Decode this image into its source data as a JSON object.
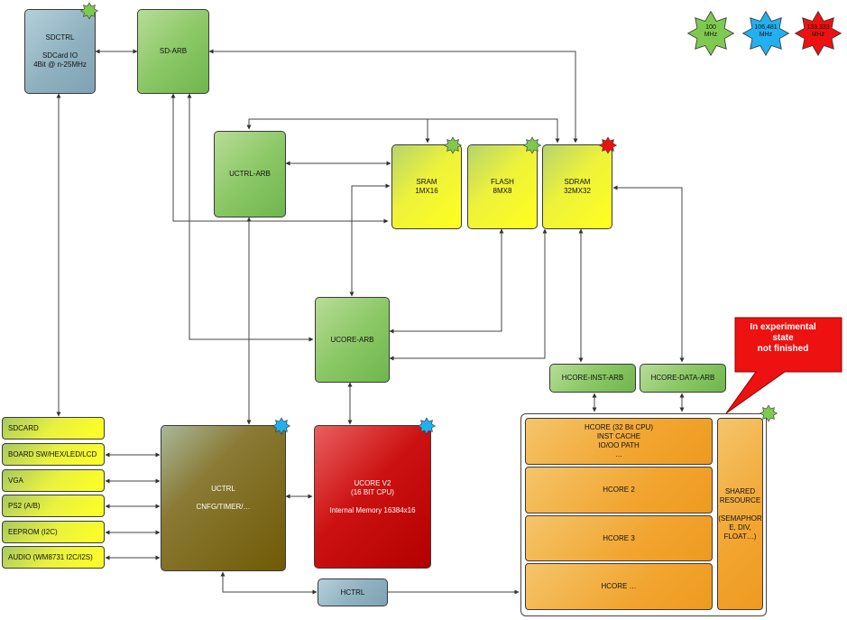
{
  "blocks": {
    "sdctrl": {
      "label": "SDCTRL\n\nSDCard IO\n4Bit @ n-25MHz"
    },
    "sd_arb": {
      "label": "SD-ARB"
    },
    "uctrl_arb": {
      "label": "UCTRL-ARB"
    },
    "sram": {
      "label": "SRAM\n1MX16"
    },
    "flash": {
      "label": "FLASH\n8MX8"
    },
    "sdram": {
      "label": "SDRAM\n32MX32"
    },
    "ucore_arb": {
      "label": "UCORE-ARB"
    },
    "hcore_inst_arb": {
      "label": "HCORE-INST-ARB"
    },
    "hcore_data_arb": {
      "label": "HCORE-DATA-ARB"
    },
    "uctrl": {
      "label": "UCTRL\n\nCNFG/TIMER/…"
    },
    "ucore": {
      "label": "UCORE V2\n(16 BIT CPU)\n\nInternal Memory 16384x16"
    },
    "hctrl": {
      "label": "HCTRL"
    },
    "hcore1": {
      "label": "HCORE  (32 Bit CPU)\nINST CACHE\nIO/OO PATH\n…"
    },
    "hcore2": {
      "label": "HCORE 2"
    },
    "hcore3": {
      "label": "HCORE 3"
    },
    "hcore4": {
      "label": "HCORE …"
    },
    "shared": {
      "label": "SHARED\nRESOURCE\n\n(SEMAPHOR\nE, DIV,\nFLOAT…)"
    }
  },
  "peripherals": [
    "SDCARD",
    "BOARD SW/HEX/LED/LCD",
    "VGA",
    "PS2 (A/B)",
    "EEPROM (I2C)",
    "AUDIO (WM8731 I2C/I2S)"
  ],
  "legend": [
    {
      "label": "100\nMHz",
      "color": "#7ec94f"
    },
    {
      "label": "106,481\nMHz",
      "color": "#22b0f0"
    },
    {
      "label": "133,333\nMHz",
      "color": "#ee1111"
    }
  ],
  "callout": {
    "text": "In experimental\nstate\nnot finished"
  }
}
